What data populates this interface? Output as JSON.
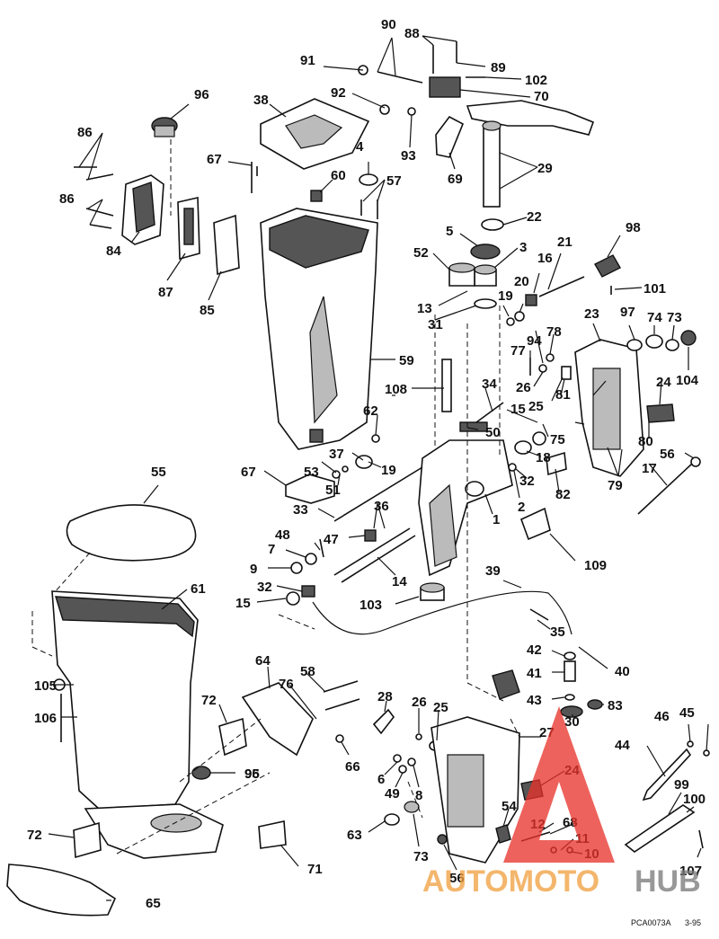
{
  "diagram_id": "PCA0073A",
  "footer_date": "3-95",
  "watermark": {
    "left": "AUTOMOTO",
    "right": "HUB",
    "left_color": "#f0a040",
    "right_color": "#7a7a7a",
    "logo_color": "#e8332a"
  },
  "callouts": {
    "c1": "1",
    "c2": "2",
    "c3": "3",
    "c4": "4",
    "c5": "5",
    "c6": "6",
    "c7": "7",
    "c8": "8",
    "c9": "9",
    "c10": "10",
    "c11": "11",
    "c12": "12",
    "c13": "13",
    "c14": "14",
    "c15a": "15",
    "c15b": "15",
    "c16": "16",
    "c17": "17",
    "c18": "18",
    "c19a": "19",
    "c19b": "19",
    "c20": "20",
    "c21": "21",
    "c22": "22",
    "c23": "23",
    "c24a": "24",
    "c24b": "24",
    "c25a": "25",
    "c25b": "25",
    "c26a": "26",
    "c26b": "26",
    "c27": "27",
    "c28": "28",
    "c29": "29",
    "c30": "30",
    "c31": "31",
    "c32a": "32",
    "c32b": "32",
    "c33": "33",
    "c34": "34",
    "c35": "35",
    "c36": "36",
    "c37": "37",
    "c38": "38",
    "c39": "39",
    "c40": "40",
    "c41": "41",
    "c42": "42",
    "c43": "43",
    "c44": "44",
    "c45": "45",
    "c46": "46",
    "c47": "47",
    "c48": "48",
    "c49": "49",
    "c50": "50",
    "c51": "51",
    "c52": "52",
    "c53": "53",
    "c54": "54",
    "c55": "55",
    "c56a": "56",
    "c56b": "56",
    "c57": "57",
    "c58": "58",
    "c59": "59",
    "c60": "60",
    "c61": "61",
    "c62": "62",
    "c63": "63",
    "c64": "64",
    "c65": "65",
    "c66": "66",
    "c67a": "67",
    "c67b": "67",
    "c68": "68",
    "c69": "69",
    "c70": "70",
    "c71": "71",
    "c72a": "72",
    "c72b": "72",
    "c73a": "73",
    "c73b": "73",
    "c74": "74",
    "c75": "75",
    "c76": "76",
    "c77": "77",
    "c78": "78",
    "c79": "79",
    "c80": "80",
    "c81": "81",
    "c82": "82",
    "c83": "83",
    "c84": "84",
    "c85": "85",
    "c86a": "86",
    "c86b": "86",
    "c87": "87",
    "c88": "88",
    "c89": "89",
    "c90": "90",
    "c91": "91",
    "c92": "92",
    "c93": "93",
    "c94": "94",
    "c95": "95",
    "c96a": "96",
    "c96b": "96",
    "c97": "97",
    "c98": "98",
    "c99": "99",
    "c100": "100",
    "c101": "101",
    "c102": "102",
    "c103": "103",
    "c104": "104",
    "c105": "105",
    "c106": "106",
    "c107": "107",
    "c108": "108",
    "c109": "109"
  }
}
